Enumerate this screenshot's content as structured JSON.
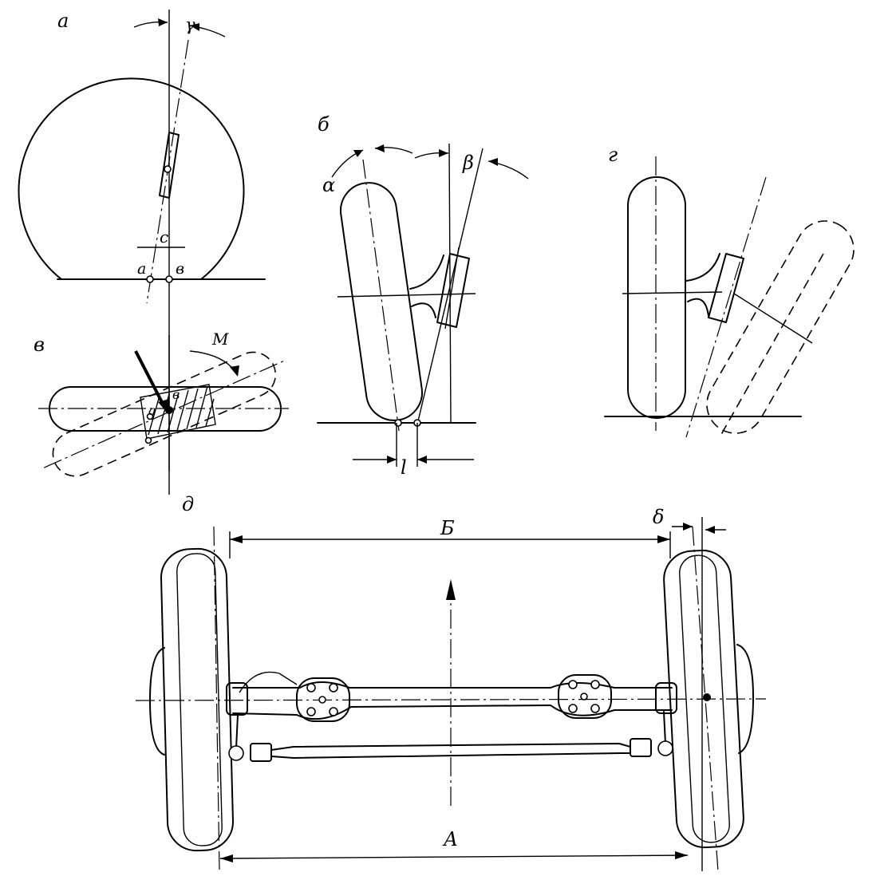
{
  "labels": {
    "view_a": "а",
    "view_b": "б",
    "view_v": "в",
    "view_g": "г",
    "view_d": "д",
    "gamma": "γ",
    "c_dim": "с",
    "point_a": "а",
    "point_v": "в",
    "M": "М",
    "alpha": "α",
    "beta": "β",
    "l_dim": "l",
    "B_dim": "Б",
    "A_dim": "А",
    "delta": "δ"
  }
}
